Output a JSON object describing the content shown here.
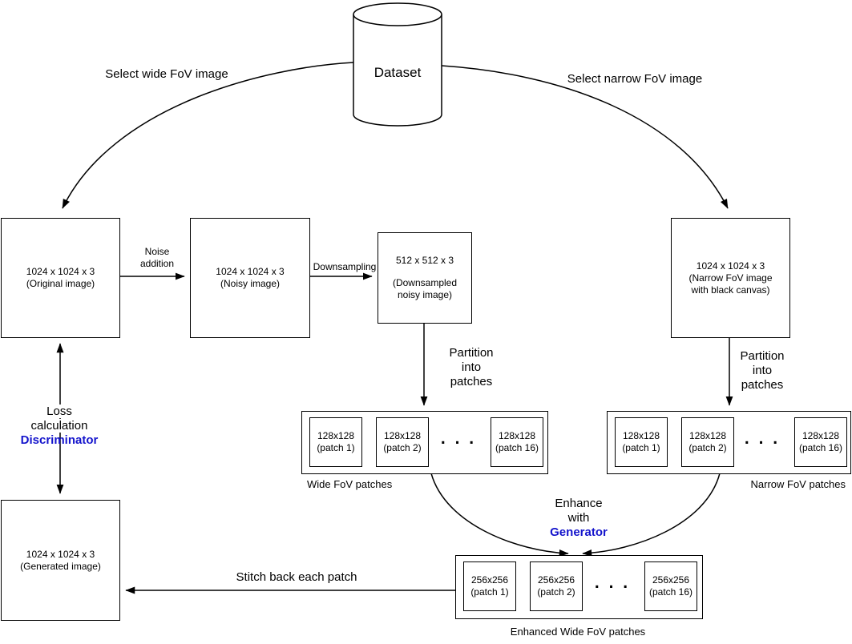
{
  "diagram": {
    "colors": {
      "accent_blue": "#1414CC",
      "line_color": "#000000"
    },
    "dataset": {
      "label": "Dataset"
    },
    "edge_labels": {
      "select_wide": "Select wide FoV image",
      "select_narrow": "Select narrow FoV image",
      "noise": [
        "Noise",
        "addition"
      ],
      "downsampling": "Downsampling",
      "partition": [
        "Partition",
        "into",
        "patches"
      ],
      "enhance": [
        "Enhance",
        "with"
      ],
      "enhance_highlight": "Generator",
      "loss": [
        "Loss",
        "calculation"
      ],
      "loss_highlight": "Discriminator",
      "stitch": "Stitch back each patch"
    },
    "nodes": {
      "original": [
        "1024 x 1024 x 3",
        "(Original image)"
      ],
      "noisy": [
        "1024 x 1024 x 3",
        "(Noisy image)"
      ],
      "downsampled": [
        "512 x 512 x 3",
        "(Downsampled",
        "noisy image)"
      ],
      "narrow": [
        "1024 x 1024 x 3",
        "(Narrow FoV image",
        "with black canvas)"
      ],
      "generated": [
        "1024 x 1024 x 3",
        "(Generated image)"
      ]
    },
    "patch_groups": {
      "wide": {
        "label": "Wide FoV patches",
        "ellipsis": ". . .",
        "patches": [
          [
            "128x128",
            "(patch 1)"
          ],
          [
            "128x128",
            "(patch 2)"
          ],
          [
            "128x128",
            "(patch 16)"
          ]
        ]
      },
      "narrow": {
        "label": "Narrow FoV patches",
        "ellipsis": ". . .",
        "patches": [
          [
            "128x128",
            "(patch 1)"
          ],
          [
            "128x128",
            "(patch 2)"
          ],
          [
            "128x128",
            "(patch 16)"
          ]
        ]
      },
      "enhanced": {
        "label": "Enhanced Wide FoV patches",
        "ellipsis": ". . .",
        "patches": [
          [
            "256x256",
            "(patch 1)"
          ],
          [
            "256x256",
            "(patch 2)"
          ],
          [
            "256x256",
            "(patch 16)"
          ]
        ]
      }
    }
  }
}
